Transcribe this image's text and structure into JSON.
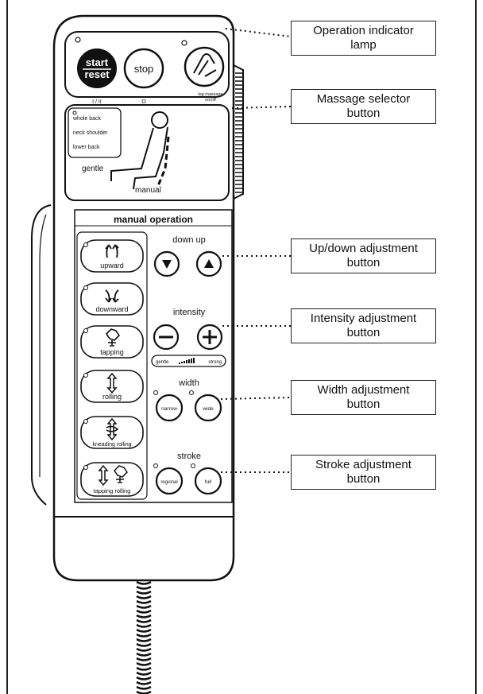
{
  "remote": {
    "top_buttons": {
      "start_line1": "start",
      "start_line2": "reset",
      "start_caption": "I / II",
      "stop": "stop",
      "stop_caption": "O",
      "leg_caption_line1": "leg massage",
      "leg_caption_line2": "on/off"
    },
    "selector": {
      "options": [
        "whole back",
        "neck shoulder",
        "lower back"
      ],
      "gentle": "gentle",
      "manual": "manual"
    },
    "manual_panel": {
      "title": "manual operation",
      "left_buttons": [
        "upward",
        "downward",
        "tapping",
        "rolling",
        "kneading rolling",
        "tapping rolling"
      ],
      "down_up": "down up",
      "intensity": "intensity",
      "intensity_scale_left": "gentle",
      "intensity_scale_right": "strong",
      "width": "width",
      "narrow": "narrow",
      "wide": "wide",
      "stroke": "stroke",
      "regional": "regional",
      "full": "full"
    }
  },
  "callouts": [
    {
      "line1": "Operation indicator",
      "line2": "lamp"
    },
    {
      "line1": "Massage selector",
      "line2": "button"
    },
    {
      "line1": "Up/down adjustment",
      "line2": "button"
    },
    {
      "line1": "Intensity adjustment",
      "line2": "button"
    },
    {
      "line1": "Width adjustment",
      "line2": "button"
    },
    {
      "line1": "Stroke adjustment",
      "line2": "button"
    }
  ]
}
